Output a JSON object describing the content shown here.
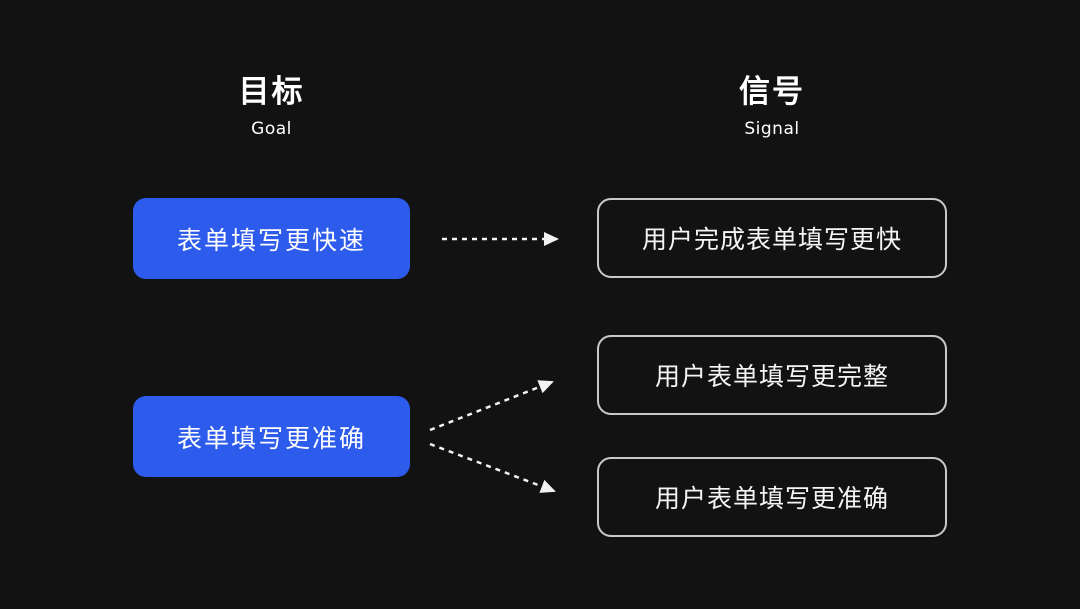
{
  "columns": {
    "goal": {
      "title": "目标",
      "subtitle": "Goal"
    },
    "signal": {
      "title": "信号",
      "subtitle": "Signal"
    }
  },
  "goals": [
    {
      "label": "表单填写更快速"
    },
    {
      "label": "表单填写更准确"
    }
  ],
  "signals": [
    {
      "label": "用户完成表单填写更快"
    },
    {
      "label": "用户表单填写更完整"
    },
    {
      "label": "用户表单填写更准确"
    }
  ],
  "connections": [
    {
      "from": "表单填写更快速",
      "to": "用户完成表单填写更快",
      "style": "dotted-arrow"
    },
    {
      "from": "表单填写更准确",
      "to": "用户表单填写更完整",
      "style": "dotted-arrow"
    },
    {
      "from": "表单填写更准确",
      "to": "用户表单填写更准确",
      "style": "dotted-arrow"
    }
  ],
  "colors": {
    "background": "#121212",
    "goal_fill": "#2d5bec",
    "signal_border": "#c9c9c9",
    "signal_text": "#f5f5f5",
    "text": "#ffffff",
    "arrow": "#f2f2f2"
  }
}
